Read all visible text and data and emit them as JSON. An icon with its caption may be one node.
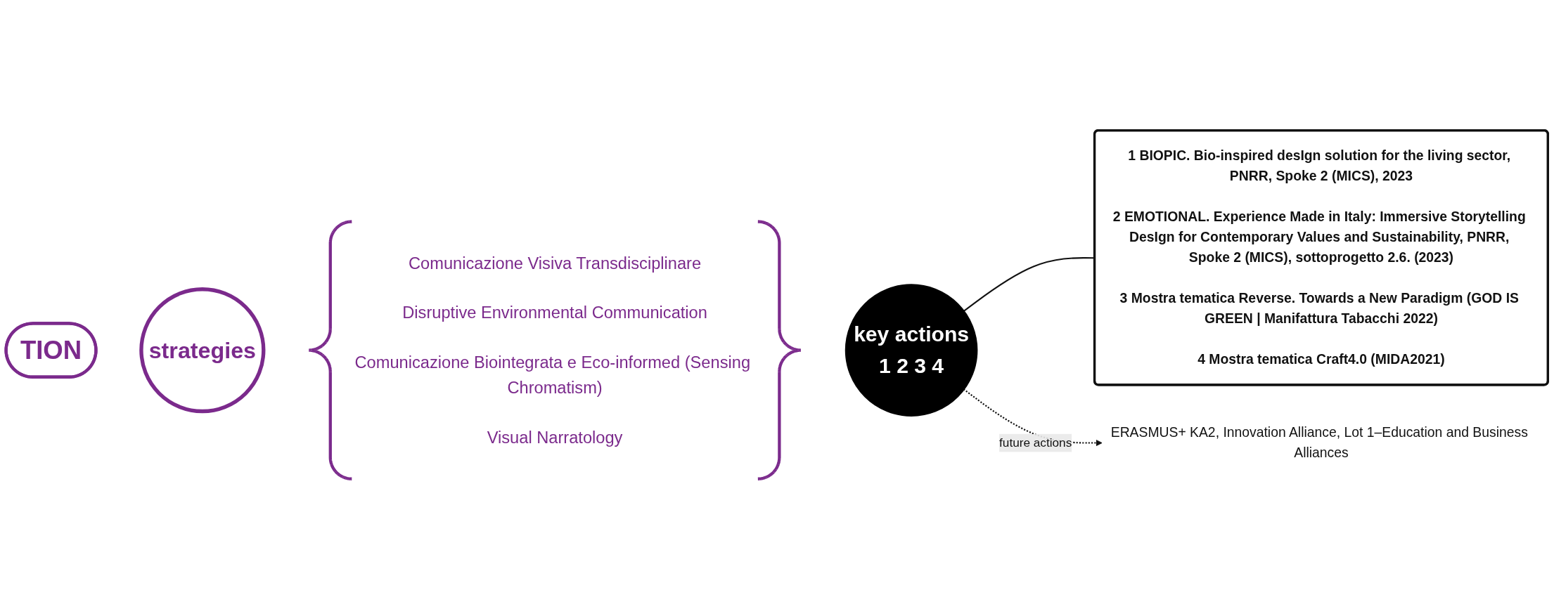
{
  "diagram": {
    "nodes": [
      {
        "text": [
          "TION"
        ]
      },
      {
        "text": [
          "strategies"
        ]
      },
      {
        "text": [
          "Comunicazione Visiva Transdisciplinare",
          "Disruptive Environmental Communication",
          "Comunicazione Biointegrata e Eco-informed (Sensing Chromatism)",
          "Visual Narratology"
        ]
      },
      {
        "text": [
          "key actions",
          "1",
          "2",
          "3",
          "4"
        ]
      },
      {
        "text": [
          "1",
          "BIOPIC. Bio-inspired desIgn solution for the living sector, PNRR, Spoke 2 (MICS), 2023",
          "2",
          "EMOTIONAL. Experience Made in Italy: Immersive Storytelling DesIgn for Contemporary Values and Sustainability, PNRR, Spoke 2 (MICS), sottoprogetto 2.6. (2023)",
          "3",
          "Mostra tematica Reverse. Towards a New Paradigm (GOD IS GREEN | Manifattura Tabacchi 2022)",
          "4",
          "Mostra tematica Craft4.0 (MIDA2021)"
        ]
      },
      {
        "text": [
          "ERASMUS+ KA2, Innovation Alliance, Lot 1–Education and Business Alliances"
        ]
      }
    ],
    "edges": [
      {
        "from": 3,
        "to": 4,
        "arrow": "none"
      },
      {
        "from": 3,
        "to": 5,
        "arrow": "to",
        "style": "dashed",
        "label": "future actions"
      }
    ]
  }
}
